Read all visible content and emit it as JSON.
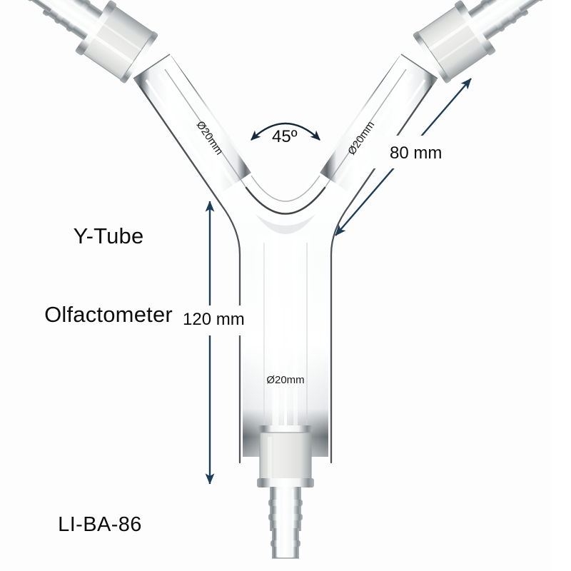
{
  "product": {
    "title_line1": "Y-Tube",
    "title_line2": "Olfactometer",
    "part_number": "LI-BA-86"
  },
  "annotations": {
    "angle": "45º",
    "arm_length": "80 mm",
    "stem_length": "120 mm",
    "diameter_left_arm": "Ø20mm",
    "diameter_right_arm": "Ø20mm",
    "diameter_stem": "Ø20mm"
  },
  "colors": {
    "background": "#fdfdfd",
    "text": "#0d0d0d",
    "dimension_arrow": "#1d3d57",
    "glass_outline": "#5a5f63",
    "glass_highlight": "#ffffff",
    "frosted_joint": "#e4e4e2"
  },
  "icons": {
    "angle_arc": "double-headed-arc-arrow",
    "arm_dimension": "double-headed-diagonal-arrow",
    "stem_dimension": "double-headed-vertical-arrow"
  }
}
